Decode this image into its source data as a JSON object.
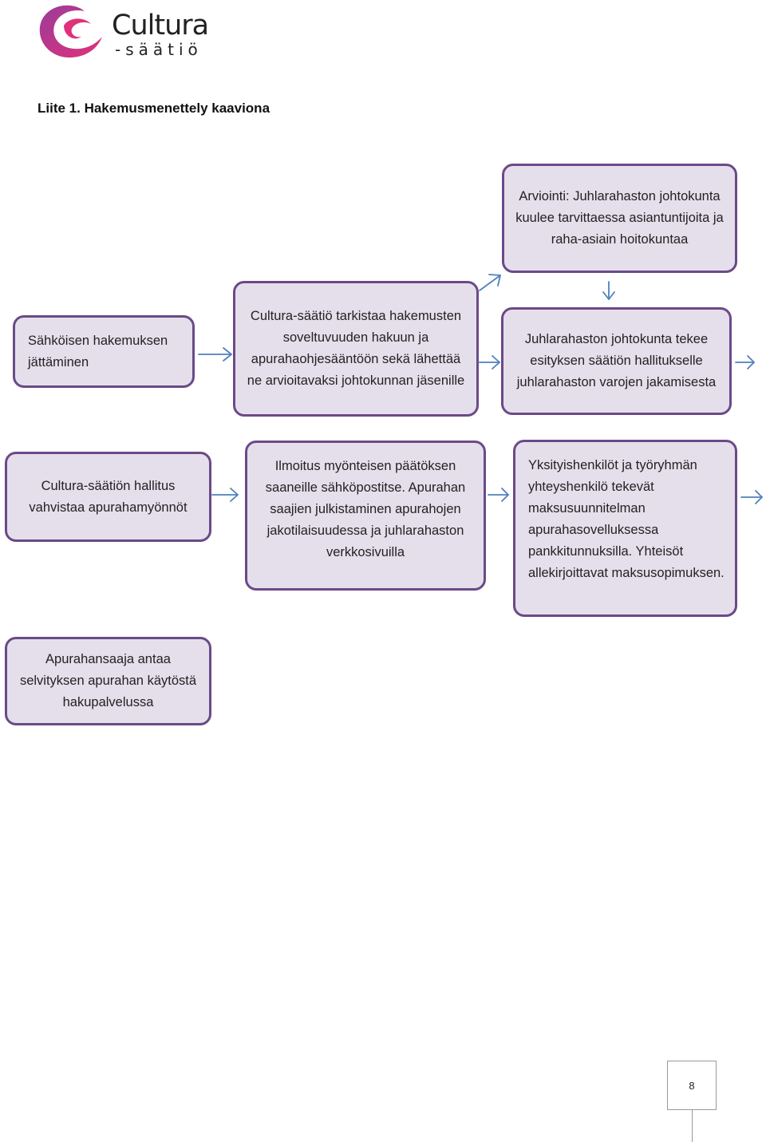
{
  "logo": {
    "word": "Cultura",
    "sub": "-säätiö"
  },
  "heading": "Liite 1. Hakemusmenettely kaaviona",
  "boxes": {
    "submit": "Sähköisen hakemuksen jättäminen",
    "check": "Cultura-säätiö tarkistaa hakemusten soveltuvuuden hakuun ja apurahaohjesääntöön sekä lähettää ne arvioitavaksi johtokunnan jäsenille",
    "evaluation": "Arviointi: Juhlarahaston johtokunta kuulee tarvittaessa asiantuntijoita ja raha-asiain hoitokuntaa",
    "proposal": "Juhlarahaston johtokunta tekee esityksen säätiön hallitukselle juhlarahaston varojen jakamisesta",
    "confirm": "Cultura-säätiön hallitus vahvistaa apurahamyönnöt",
    "notify": "Ilmoitus myönteisen päätöksen saaneille sähköpostitse. Apurahan saajien julkistaminen apurahojen jakotilaisuudessa ja juhlarahaston verkkosivuilla",
    "payment": "Yksityishenkilöt ja työryhmän yhteyshenkilö tekevät maksusuunnitelman apurahasovelluksessa pankkitunnuksilla. Yhteisöt allekirjoittavat maksusopimuksen.",
    "report": "Apurahansaaja antaa selvityksen apurahan käytöstä hakupalvelussa"
  },
  "page_number": "8",
  "colors": {
    "box_fill": "#e5dfec",
    "box_border": "#6b4a87",
    "arrow": "#4f81bd",
    "logo_pink": "#e0317a",
    "logo_purple": "#7b3a8c"
  }
}
